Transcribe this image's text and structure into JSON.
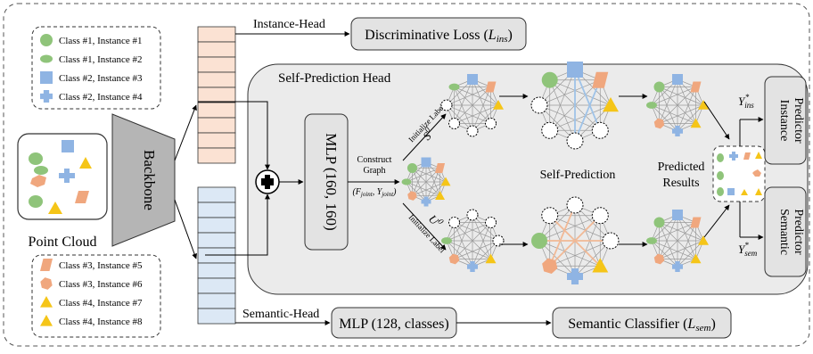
{
  "legend_top": [
    {
      "label": "Class #1, Instance #1",
      "shape": "circle",
      "color": "#8fc47a"
    },
    {
      "label": "Class #1, Instance #2",
      "shape": "ellipse",
      "color": "#8fc47a"
    },
    {
      "label": "Class #2, Instance #3",
      "shape": "square",
      "color": "#8fb4e3"
    },
    {
      "label": "Class #2, Instance #4",
      "shape": "cross",
      "color": "#8fb4e3"
    }
  ],
  "legend_bottom": [
    {
      "label": "Class #3, Instance #5",
      "shape": "parallelogram",
      "color": "#f0a77e"
    },
    {
      "label": "Class #3, Instance #6",
      "shape": "hexagon",
      "color": "#f0a77e"
    },
    {
      "label": "Class #4, Instance #7",
      "shape": "triangle",
      "color": "#f5c518"
    },
    {
      "label": "Class #4, Instance #8",
      "shape": "triangle",
      "color": "#f5c518"
    }
  ],
  "labels": {
    "point_cloud": "Point Cloud",
    "backbone": "Backbone",
    "instance_head": "Instance-Head",
    "semantic_head": "Semantic-Head",
    "disc_loss": "Discriminative Loss (",
    "disc_loss_sym": "L",
    "disc_loss_sub": "ins",
    "disc_loss_end": ")",
    "self_pred_head": "Self-Prediction Head",
    "mlp_main": "MLP (160, 160)",
    "construct_graph_1": "Construct",
    "construct_graph_2": "Graph",
    "construct_formula": "(F",
    "construct_sub1": "joint",
    "construct_sep": ", Y",
    "construct_sub2": "joint",
    "construct_end": ")",
    "init_label": "Initialize Label",
    "s0": "S",
    "u0": "U",
    "superscript_zero": "0",
    "self_prediction": "Self-Prediction",
    "predicted_results_1": "Predicted",
    "predicted_results_2": "Results",
    "y_ins": "Y",
    "y_ins_sub": "ins",
    "y_sem": "Y",
    "y_sem_sub": "sem",
    "star": "*",
    "instance_predictor_1": "Instance",
    "instance_predictor_2": "Predictor",
    "semantic_predictor_1": "Semantic",
    "semantic_predictor_2": "Predictor",
    "mlp_semantic": "MLP (128, classes)",
    "sem_classifier": "Semantic Classifier (",
    "sem_classifier_sym": "L",
    "sem_classifier_sub": "sem",
    "sem_classifier_end": ")"
  },
  "colors": {
    "green": "#8fc47a",
    "blue": "#8fb4e3",
    "orange": "#f0a77e",
    "yellow": "#f5c518",
    "box_gray": "#e3e3e3",
    "panel_gray": "#ebebeb",
    "instance_feature": "#fbe2d3",
    "semantic_feature": "#dce8f5",
    "backbone": "#b5b5b5"
  }
}
